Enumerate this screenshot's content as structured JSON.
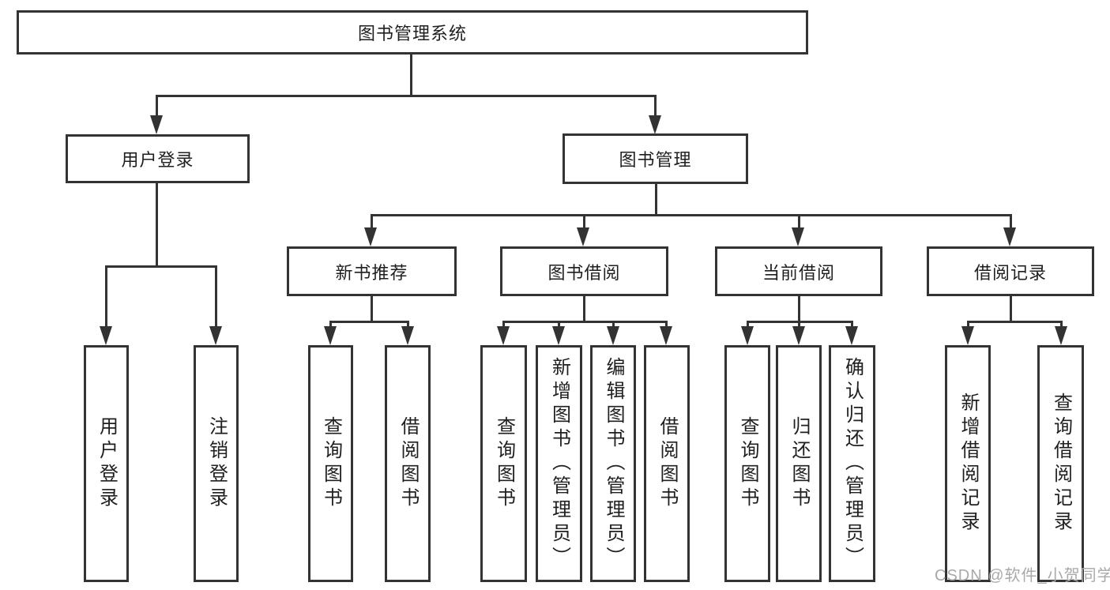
{
  "diagram": {
    "root": "图书管理系统",
    "branches": [
      {
        "label": "用户登录",
        "leaves": [
          "用户登录",
          "注销登录"
        ]
      },
      {
        "label": "图书管理",
        "groups": [
          {
            "label": "新书推荐",
            "leaves": [
              "查询图书",
              "借阅图书"
            ]
          },
          {
            "label": "图书借阅",
            "leaves": [
              "查询图书",
              "新增图书（管理员）",
              "编辑图书（管理员）",
              "借阅图书"
            ]
          },
          {
            "label": "当前借阅",
            "leaves": [
              "查询图书",
              "归还图书",
              "确认归还（管理员）"
            ]
          },
          {
            "label": "借阅记录",
            "leaves": [
              "新增借阅记录",
              "查询借阅记录"
            ]
          }
        ]
      }
    ]
  },
  "watermark": "CSDN @软件_小贺同学",
  "colors": {
    "line": "#333333",
    "text": "#1f1f1f",
    "watermark": "#a9a9a9",
    "background": "#ffffff"
  }
}
